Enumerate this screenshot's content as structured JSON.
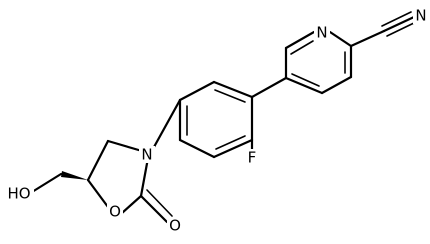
{
  "molecule": {
    "atoms": {
      "pyridine_n": "N",
      "nitrile_n": "N",
      "fluorine": "F",
      "oxazolidinone_n": "N",
      "ring_oxygen": "O",
      "carbonyl_oxygen": "O",
      "hydroxyl": "HO"
    }
  }
}
